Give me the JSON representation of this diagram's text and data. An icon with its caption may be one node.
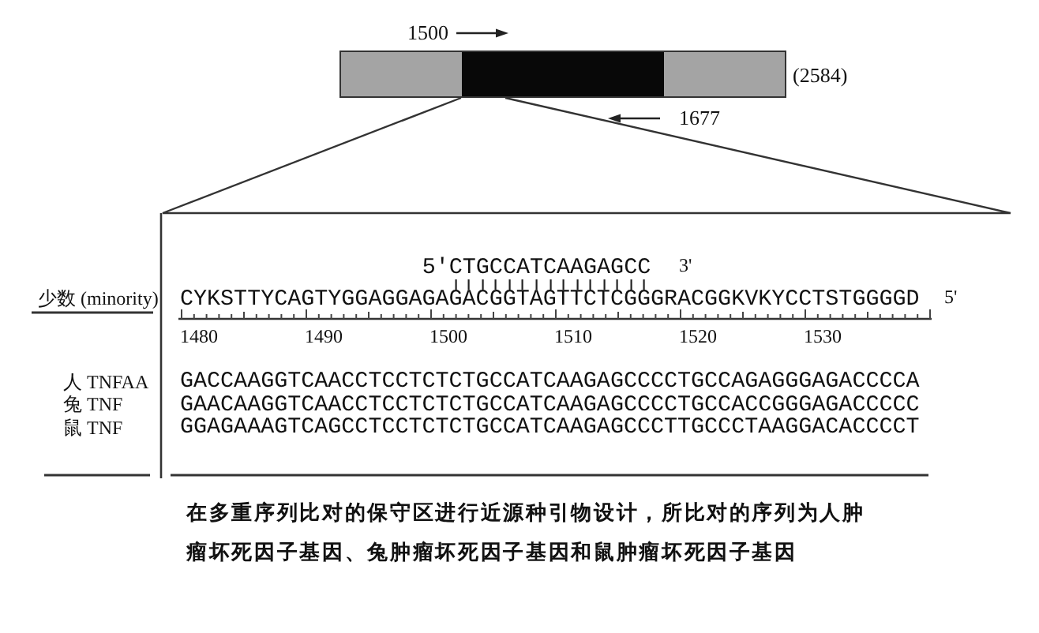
{
  "diagram": {
    "caption": "在多重序列比对的保守区进行近源种引物设计，所比对的序列为人肿瘤坏死因子基因、兔肿瘤坏死因子基因和鼠肿瘤坏死因子基因",
    "nodes": [
      {
        "text": [],
        "shape": "bar",
        "beside": [
          "1500",
          "(2584)",
          "1677"
        ]
      }
    ],
    "labels": [
      "5'CTGCCATCAAGAGCC",
      "3'",
      "少数 (minority)",
      "CYKSTTYCAGTYGGAGGAGAGACGGTAGTTCTCGGGRACGGKVKYCCTSTGGGGD",
      "5'",
      "1480",
      "1490",
      "1500",
      "1510",
      "1520",
      "1530",
      "人 TNFAA",
      "GACCAAGGTCAACCTCCTCTCTGCCATCAAGAGCCCCTGCCAGAGGGAGACCCCA",
      "兔 TNF",
      "GAACAAGGTCAACCTCCTCTCTGCCATCAAGAGCCCCTGCCACCGGGAGACCCCC",
      "鼠 TNF",
      "GGAGAAAGTCAGCCTCCTCTCTGCCATCAAGAGCCCTTGCCCTAAGGACACCCCT"
    ]
  }
}
